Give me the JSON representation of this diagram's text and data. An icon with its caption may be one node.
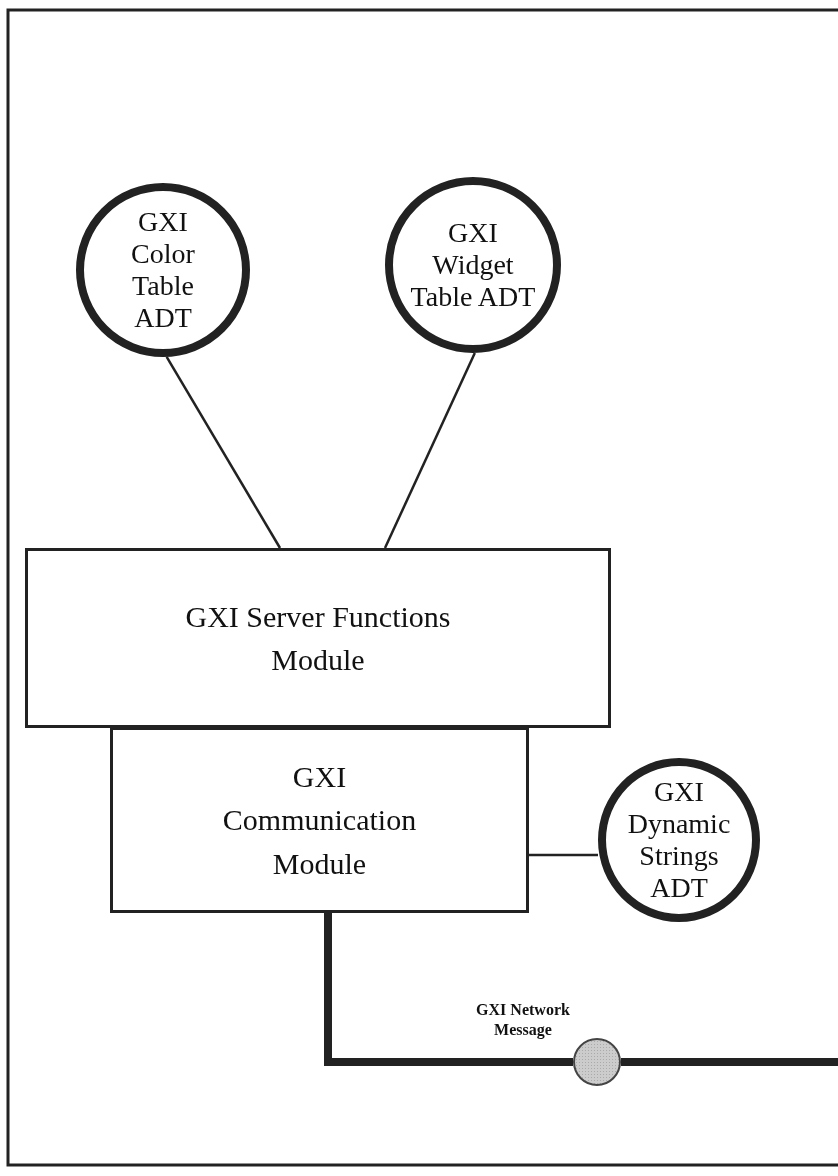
{
  "diagram": {
    "nodes": [
      {
        "text": [
          "GXI Color Table ADT"
        ]
      },
      {
        "text": [
          "GXI Widget Table ADT"
        ]
      },
      {
        "text": [
          "GXI Server Functions Module"
        ]
      },
      {
        "text": [
          "GXI Communication Module"
        ]
      },
      {
        "text": [
          "GXI Dynamic Strings ADT"
        ]
      },
      {
        "text": [],
        "shape": "circle",
        "beside": [
          "GXI Network Message"
        ]
      }
    ],
    "edges": [
      {
        "from": 0,
        "to": 2,
        "arrow": "none"
      },
      {
        "from": 1,
        "to": 2,
        "arrow": "none"
      },
      {
        "from": 3,
        "to": 4,
        "arrow": "none"
      },
      {
        "from": 3,
        "to": 5,
        "arrow": "none",
        "style": "thick"
      },
      {
        "from": 5,
        "to": null,
        "arrow": "none",
        "style": "thick"
      }
    ]
  }
}
